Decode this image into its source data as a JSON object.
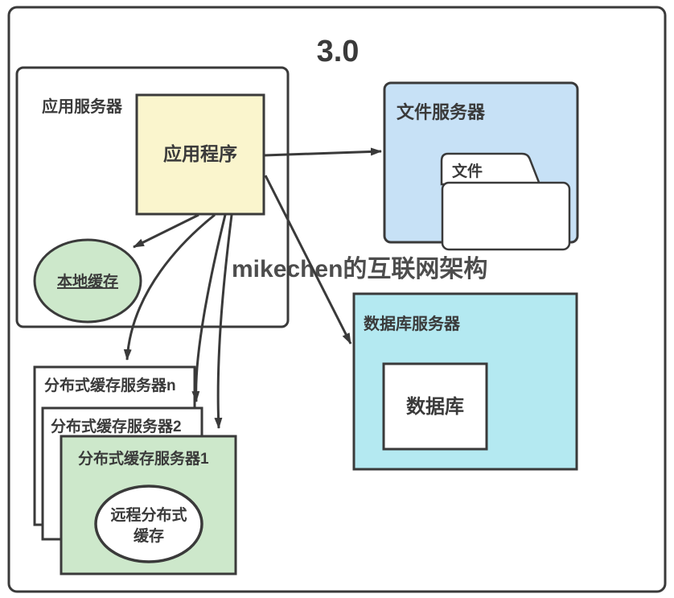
{
  "title": "3.0",
  "watermark": "mikechen的互联网架构",
  "colors": {
    "border": "#3a3a3a",
    "app_fill": "#faf5cd",
    "green_fill": "#cde8cb",
    "blue_fill": "#c7e1f6",
    "cyan_fill": "#b4e9f1",
    "white_fill": "#ffffff",
    "watermark": "#a5d2f8"
  },
  "app_server": {
    "label": "应用服务器",
    "application_label": "应用程序",
    "local_cache_label": "本地缓存"
  },
  "file_server": {
    "label": "文件服务器",
    "folder_label": "文件"
  },
  "db_server": {
    "label": "数据库服务器",
    "database_label": "数据库"
  },
  "cache_stack": {
    "server_n_label": "分布式缓存服务器n",
    "server_2_label": "分布式缓存服务器2",
    "server_1_label": "分布式缓存服务器1",
    "remote_cache_line1": "远程分布式",
    "remote_cache_line2": "缓存"
  }
}
